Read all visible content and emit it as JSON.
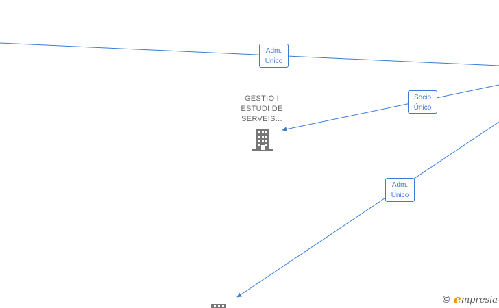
{
  "company": {
    "name_lines": [
      "GESTIO I",
      "ESTUDI DE",
      "SERVEIS..."
    ],
    "icon": "building-icon"
  },
  "edges": [
    {
      "role_lines": [
        "Adm.",
        "Unico"
      ]
    },
    {
      "role_lines": [
        "Socio",
        "Único"
      ]
    },
    {
      "role_lines": [
        "Adm.",
        "Unico"
      ]
    }
  ],
  "watermark": {
    "copyright": "©",
    "brand_initial": "e",
    "brand_rest": "mpresia"
  },
  "colors": {
    "edge": "#3a7bd5",
    "node_icon": "#777777",
    "brand_accent": "#f29400"
  }
}
